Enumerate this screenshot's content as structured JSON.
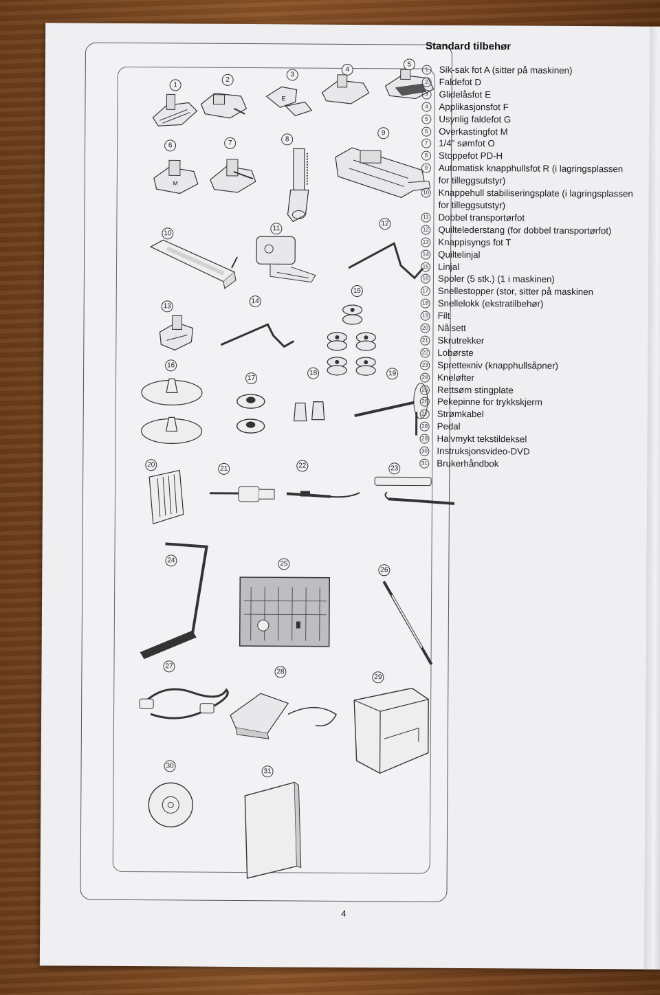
{
  "title": "Standard tilbehør",
  "page_number": "4",
  "items": [
    {
      "n": "1",
      "text": "Sik-sak fot A (sitter på maskinen)"
    },
    {
      "n": "2",
      "text": "Faldefot D"
    },
    {
      "n": "3",
      "text": "Glidelåsfot E"
    },
    {
      "n": "4",
      "text": "Applikasjonsfot F"
    },
    {
      "n": "5",
      "text": "Usynlig faldefot G"
    },
    {
      "n": "6",
      "text": "Overkastingfot M"
    },
    {
      "n": "7",
      "text": "1/4\" sømfot O"
    },
    {
      "n": "8",
      "text": "Stoppefot PD-H"
    },
    {
      "n": "9",
      "text": "Automatisk knapphullsfot R (i lagringsplassen"
    },
    {
      "n": "",
      "text": "for tilleggsutstyr)"
    },
    {
      "n": "10",
      "text": "Knappehull stabiliseringsplate (i lagringsplassen"
    },
    {
      "n": "",
      "text": "for tilleggsutstyr)"
    },
    {
      "n": "11",
      "text": "Dobbel transportørfot"
    },
    {
      "n": "12",
      "text": "Quiltelederstang (for dobbel transportørfot)"
    },
    {
      "n": "13",
      "text": "Knappisyngs fot T"
    },
    {
      "n": "14",
      "text": "Quiltelinjal"
    },
    {
      "n": "15",
      "text": "Linjal"
    },
    {
      "n": "16",
      "text": "Spoler (5 stk.) (1 i maskinen)"
    },
    {
      "n": "17",
      "text": "Snellestopper (stor, sitter på maskinen"
    },
    {
      "n": "18",
      "text": "Snellelokk (ekstratilbehør)"
    },
    {
      "n": "19",
      "text": "Filt"
    },
    {
      "n": "20",
      "text": "Nålsett"
    },
    {
      "n": "21",
      "text": "Skrutrekker"
    },
    {
      "n": "22",
      "text": "Lobørste"
    },
    {
      "n": "23",
      "text": "Spretteкniv (knapphullsåpner)"
    },
    {
      "n": "24",
      "text": "Kneløfter"
    },
    {
      "n": "25",
      "text": "Rettsøm stingplate"
    },
    {
      "n": "26",
      "text": "Pekepinne for trykkskjerm"
    },
    {
      "n": "27",
      "text": "Strømkabel"
    },
    {
      "n": "28",
      "text": "Pedal"
    },
    {
      "n": "29",
      "text": "Halvmykt tekstildeksel"
    },
    {
      "n": "30",
      "text": "Instruksjonsvideo-DVD"
    },
    {
      "n": "31",
      "text": "Brukerhåndbok"
    }
  ],
  "figure_numbers": [
    "1",
    "2",
    "3",
    "4",
    "5",
    "6",
    "7",
    "8",
    "9",
    "10",
    "11",
    "12",
    "13",
    "14",
    "15",
    "16",
    "17",
    "18",
    "19",
    "20",
    "21",
    "22",
    "23",
    "24",
    "25",
    "26",
    "27",
    "28",
    "29",
    "30",
    "31"
  ],
  "colors": {
    "ink": "#222222",
    "paper": "#efeff1",
    "wood": "#7a4a22"
  }
}
